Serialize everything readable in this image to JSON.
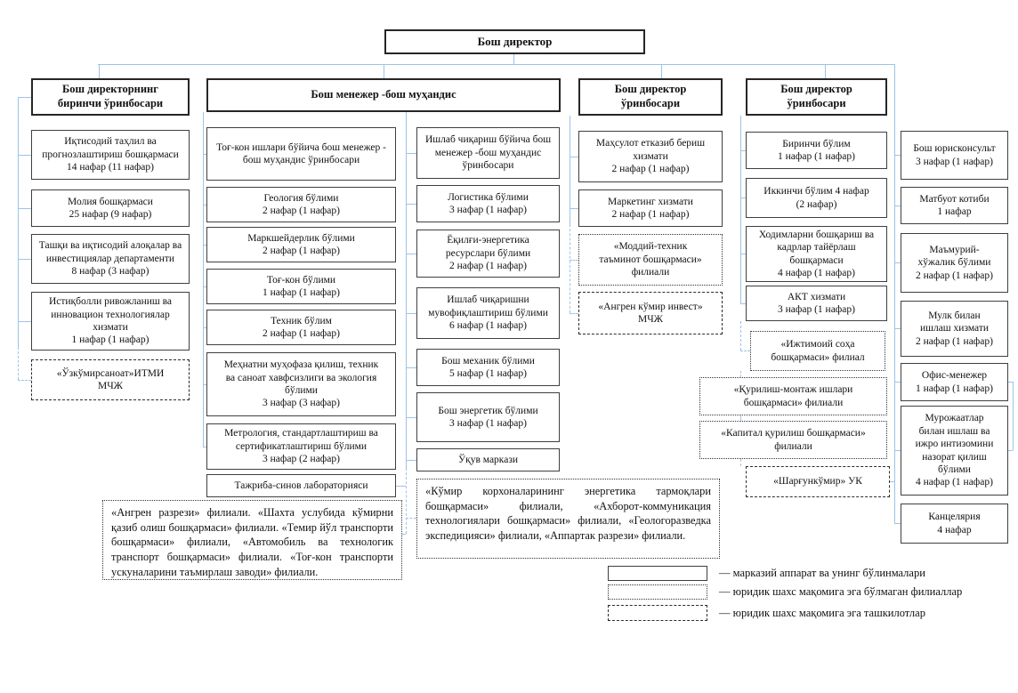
{
  "root": "Бош директор",
  "col1": {
    "header": "Бош директорнинг\nбиринчи ўринбосари",
    "boxes": [
      "Иқтисодий таҳлил ва\nпрогнозлаштириш бошқармаси\n14 нафар (11 нафар)",
      "Молия бошқармаси\n25 нафар (9 нафар)",
      "Ташқи ва иқтисодий алоқалар ва\nинвестициялар департаменти\n8 нафар (3 нафар)",
      "Истиқболли ривожланиш ва\nинновацион технологиялар\nхизмати\n1 нафар (1 нафар)"
    ],
    "org": "«Ўзкўмирсаноат»ИТМИ\nМЧЖ"
  },
  "col2": {
    "header": "Бош менежер -бош муҳандис",
    "left": [
      "Тоғ-кон ишлари бўйича бош менежер -\nбош муҳандис ўринбосари",
      "Геология бўлими\n2 нафар (1 нафар)",
      "Маркшейдерлик бўлими\n2 нафар (1 нафар)",
      "Тоғ-кон бўлими\n1 нафар (1 нафар)",
      "Техник бўлим\n2 нафар (1 нафар)",
      "Меҳнатни муҳофаза қилиш, техник\nва саноат хавфсизлиги ва экология\nбўлими\n3 нафар (3 нафар)",
      "Метрология, стандартлаштириш ва\nсертификатлаштириш бўлими\n3 нафар (2 нафар)",
      "Тажриба-синов лабораторияси"
    ],
    "left_footer": "«Ангрен разрези» филиали. «Шахта услубида кўмирни қазиб олиш бошқармаси» филиали. «Темир йўл транспорти бошқармаси» филиали, «Автомобиль ва технологик транспорт бошқармаси» филиали. «Тоғ-кон транспорти ускуналарини таъмирлаш заводи» филиали.",
    "right": [
      "Ишлаб чиқариш бўйича бош\nменежер -бош муҳандис\nўринбосари",
      "Логистика бўлими\n3 нафар (1 нафар)",
      "Ёқилғи-энергетика\nресурслари бўлими\n2 нафар (1 нафар)",
      "Ишлаб чиқаришни\nмувофиқлаштириш бўлими\n6 нафар (1 нафар)",
      "Бош механик бўлими\n5 нафар (1 нафар)",
      "Бош энергетик бўлими\n3 нафар (1 нафар)",
      "Ўқув маркази"
    ],
    "right_footer": "«Кўмир корхоналарининг энергетика тармоқлари бошқармаси» филиали, «Ахборот-коммуникация технологиялари бошқармаси» филиали, «Геологоразведка экспедицияси» филиали, «Аппартак разрези» филиали."
  },
  "col4": {
    "header": "Бош директор\nўринбосари",
    "boxes": [
      "Маҳсулот етказиб бериш\nхизмати\n2 нафар (1 нафар)",
      "Маркетинг хизмати\n2 нафар (1 нафар)"
    ],
    "branch": "«Моддий-техник\nтаъминот бошқармаси»\nфилиали",
    "org": "«Ангрен кўмир инвест»\nМЧЖ"
  },
  "col5": {
    "header": "Бош директор\nўринбосари",
    "boxes": [
      "Биринчи бўлим\n1 нафар (1 нафар)",
      "Иккинчи бўлим 4 нафар\n(2 нафар)",
      "Ходимларни бошқариш ва\nкадрлар тайёрлаш\nбошқармаси\n4 нафар (1 нафар)",
      "АКТ хизмати\n3 нафар (1 нафар)"
    ],
    "branches": [
      "«Ижтимоий соҳа\nбошқармаси» филиал",
      "«Қурилиш-монтаж ишлари\nбошқармаси» филиали",
      "«Капитал қурилиш бошқармаси»\nфилиали"
    ],
    "org": "«Шарғункўмир» УК"
  },
  "col6": {
    "boxes": [
      "Бош юрисконсульт\n3 нафар (1 нафар)",
      "Матбуот котиби\n1 нафар",
      "Маъмурий-\nхўжалик бўлими\n2 нафар (1 нафар)",
      "Мулк билан\nишлаш хизмати\n2 нафар (1 нафар)",
      "Офис-менежер\n1 нафар (1 нафар)",
      "Мурожаатлар\nбилан ишлаш ва\nижро интизомини\nназорат қилиш\nбўлими\n4 нафар (1 нафар)",
      "Канцелярия\n4 нафар"
    ]
  },
  "legend": {
    "central": "— марказий аппарат ва унинг бўлинмалари",
    "branches": "— юридик шахс мақомига эга бўлмаган филиаллар",
    "orgs": "— юридик шахс мақомига эга ташкилотлар"
  },
  "colors": {
    "connector": "#9dc3e6",
    "border": "#3f3f3f"
  }
}
